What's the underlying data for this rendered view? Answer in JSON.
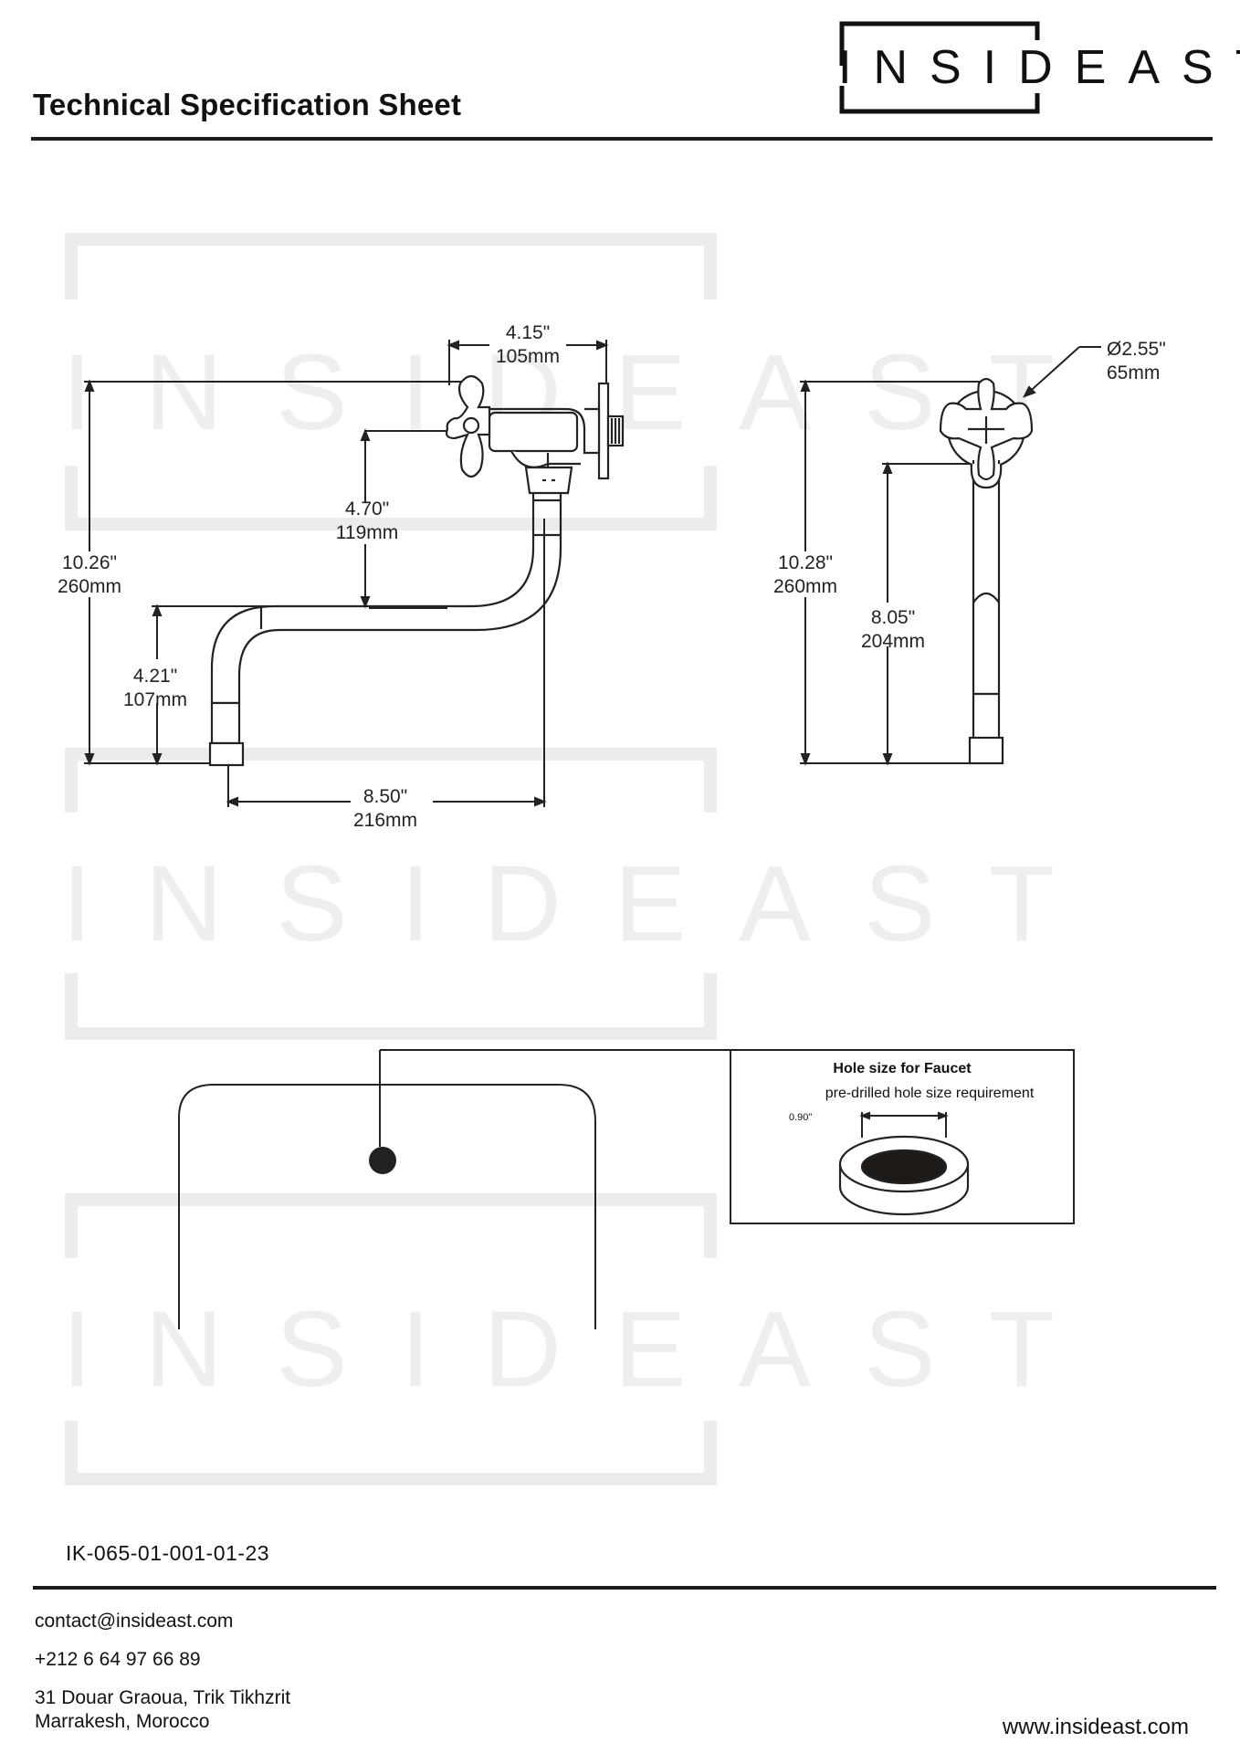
{
  "header": {
    "title": "Technical Specification Sheet",
    "logo_text": "INSIDEAST"
  },
  "watermark": {
    "text": "INSIDEAST"
  },
  "front_view": {
    "top_width": {
      "in": "4.15\"",
      "mm": "105mm"
    },
    "total_height": {
      "in": "10.26\"",
      "mm": "260mm"
    },
    "drop": {
      "in": "4.70\"",
      "mm": "119mm"
    },
    "spout_height": {
      "in": "4.21\"",
      "mm": "107mm"
    },
    "reach": {
      "in": "8.50\"",
      "mm": "216mm"
    }
  },
  "side_view": {
    "diameter": {
      "in": "Ø2.55\"",
      "mm": "65mm"
    },
    "total_height": {
      "in": "10.28\"",
      "mm": "260mm"
    },
    "inner_height": {
      "in": "8.05\"",
      "mm": "204mm"
    }
  },
  "hole_box": {
    "title": "Hole size for Faucet",
    "subtitle": "pre-drilled hole size requirement",
    "hole_dim": "0.90\""
  },
  "product_code": "IK-065-01-001-01-23",
  "footer": {
    "email": "contact@insideast.com",
    "phone": "+212 6 64 97 66 89",
    "address_line1": "31 Douar Graoua, Trik Tikhzrit",
    "address_line2": "Marrakesh, Morocco",
    "website": "www.insideast.com"
  }
}
